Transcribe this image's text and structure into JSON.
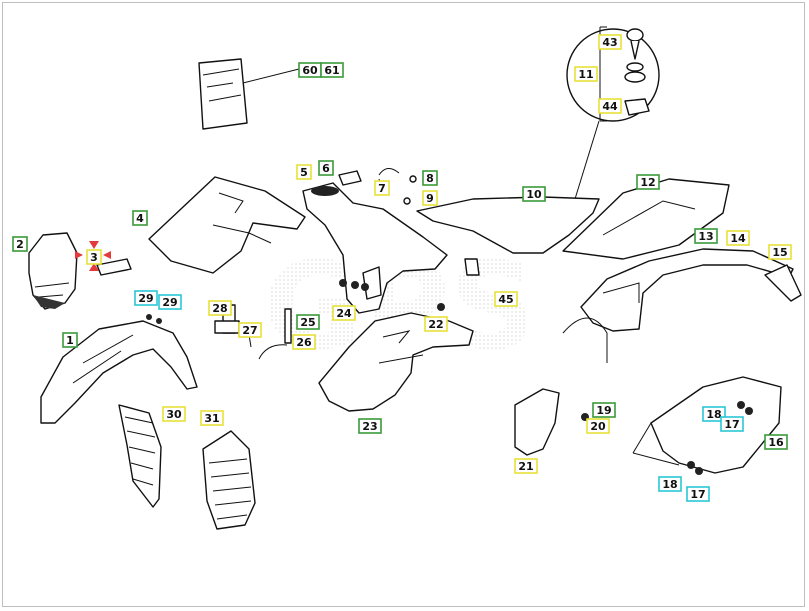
{
  "colors": {
    "green": "#3a9a3a",
    "yellow": "#e8e13a",
    "cyan": "#29c6d6",
    "red": "#e23b3b"
  },
  "labels": [
    {
      "id": "l60",
      "text": "60",
      "color": "green"
    },
    {
      "id": "l61",
      "text": "61",
      "color": "green"
    },
    {
      "id": "l43",
      "text": "43",
      "color": "yellow"
    },
    {
      "id": "l11",
      "text": "11",
      "color": "yellow"
    },
    {
      "id": "l44",
      "text": "44",
      "color": "yellow"
    },
    {
      "id": "l5",
      "text": "5",
      "color": "yellow"
    },
    {
      "id": "l6",
      "text": "6",
      "color": "green"
    },
    {
      "id": "l7",
      "text": "7",
      "color": "yellow"
    },
    {
      "id": "l8",
      "text": "8",
      "color": "green"
    },
    {
      "id": "l9",
      "text": "9",
      "color": "yellow"
    },
    {
      "id": "l10",
      "text": "10",
      "color": "green"
    },
    {
      "id": "l12",
      "text": "12",
      "color": "green"
    },
    {
      "id": "l4",
      "text": "4",
      "color": "green"
    },
    {
      "id": "l2",
      "text": "2",
      "color": "green"
    },
    {
      "id": "l3",
      "text": "3",
      "color": "yellow"
    },
    {
      "id": "l13",
      "text": "13",
      "color": "green"
    },
    {
      "id": "l14",
      "text": "14",
      "color": "yellow"
    },
    {
      "id": "l15",
      "text": "15",
      "color": "yellow"
    },
    {
      "id": "l29a",
      "text": "29",
      "color": "cyan"
    },
    {
      "id": "l29b",
      "text": "29",
      "color": "cyan"
    },
    {
      "id": "l28",
      "text": "28",
      "color": "yellow"
    },
    {
      "id": "l27",
      "text": "27",
      "color": "yellow"
    },
    {
      "id": "l25",
      "text": "25",
      "color": "green"
    },
    {
      "id": "l26",
      "text": "26",
      "color": "yellow"
    },
    {
      "id": "l24",
      "text": "24",
      "color": "yellow"
    },
    {
      "id": "l22",
      "text": "22",
      "color": "yellow"
    },
    {
      "id": "l45",
      "text": "45",
      "color": "yellow"
    },
    {
      "id": "l1",
      "text": "1",
      "color": "green"
    },
    {
      "id": "l30",
      "text": "30",
      "color": "yellow"
    },
    {
      "id": "l31",
      "text": "31",
      "color": "yellow"
    },
    {
      "id": "l23",
      "text": "23",
      "color": "green"
    },
    {
      "id": "l19",
      "text": "19",
      "color": "green"
    },
    {
      "id": "l20",
      "text": "20",
      "color": "yellow"
    },
    {
      "id": "l21",
      "text": "21",
      "color": "yellow"
    },
    {
      "id": "l18a",
      "text": "18",
      "color": "cyan"
    },
    {
      "id": "l17a",
      "text": "17",
      "color": "cyan"
    },
    {
      "id": "l16",
      "text": "16",
      "color": "green"
    },
    {
      "id": "l18b",
      "text": "18",
      "color": "cyan"
    },
    {
      "id": "l17b",
      "text": "17",
      "color": "cyan"
    }
  ],
  "watermark": "GPS"
}
